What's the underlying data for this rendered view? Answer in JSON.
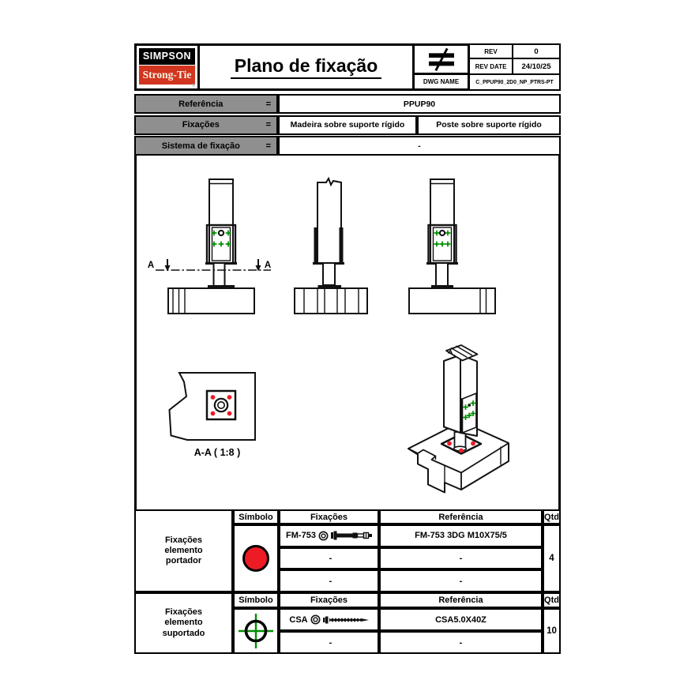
{
  "header": {
    "logo_line1": "SIMPSON",
    "logo_line2": "Strong-Tie",
    "logo_reg": "®",
    "title": "Plano de fixação",
    "rev_label": "REV",
    "rev_value": "0",
    "rev_date_label": "REV DATE",
    "rev_date_value": "24/10/25",
    "dwg_name_label": "DWG NAME",
    "dwg_name_value": "C_PPUP90_2D0_NP_PTRS-PT"
  },
  "reference_table": {
    "rows": [
      {
        "label": "Referência",
        "eq": "=",
        "value": "PPUP90"
      },
      {
        "label": "Fixações",
        "eq": "=",
        "value1": "Madeira sobre suporte rígido",
        "value2": "Poste sobre suporte rígido"
      },
      {
        "label": "Sistema de fixação",
        "eq": "=",
        "value": "-"
      }
    ]
  },
  "drawing": {
    "cut_letter": "A",
    "section_label": "A-A ( 1:8 )"
  },
  "fixing_tables": [
    {
      "group_label": "Fixações elemento portador",
      "headers": [
        "Símbolo",
        "Fixações",
        "Referência",
        "Qtd"
      ],
      "symbol": "red-circle",
      "rows": [
        {
          "fixacao": "FM-753",
          "referencia": "FM-753 3DG M10X75/5"
        },
        {
          "fixacao": "-",
          "referencia": "-"
        },
        {
          "fixacao": "-",
          "referencia": "-"
        }
      ],
      "qty": "4"
    },
    {
      "group_label": "Fixações elemento suportado",
      "headers": [
        "Símbolo",
        "Fixações",
        "Referência",
        "Qtd"
      ],
      "symbol": "green-crosshair",
      "rows": [
        {
          "fixacao": "CSA",
          "referencia": "CSA5.0X40Z"
        },
        {
          "fixacao": "-",
          "referencia": "-"
        }
      ],
      "qty": "10"
    }
  ],
  "icons": {
    "not_equal": "≠",
    "red_circle_symbol": "filled red circle",
    "crosshair_symbol": "black ring with green cross",
    "washer": "concentric circles",
    "anchor_bolt": "wedge anchor side view",
    "screw": "wood screw side view"
  },
  "colors": {
    "logo_red": "#d2351f",
    "cell_gray": "#8f8f8f",
    "marker_green": "#009100",
    "dot_red": "#ed1c24",
    "line_black": "#111111"
  }
}
